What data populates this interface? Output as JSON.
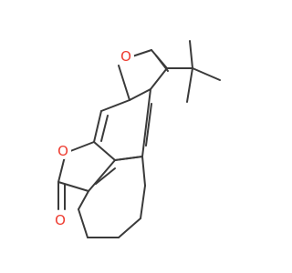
{
  "molecule": {
    "atoms": {
      "furan_oxygen": "O",
      "lactone_ring_oxygen": "O",
      "carbonyl_oxygen": "O"
    }
  }
}
